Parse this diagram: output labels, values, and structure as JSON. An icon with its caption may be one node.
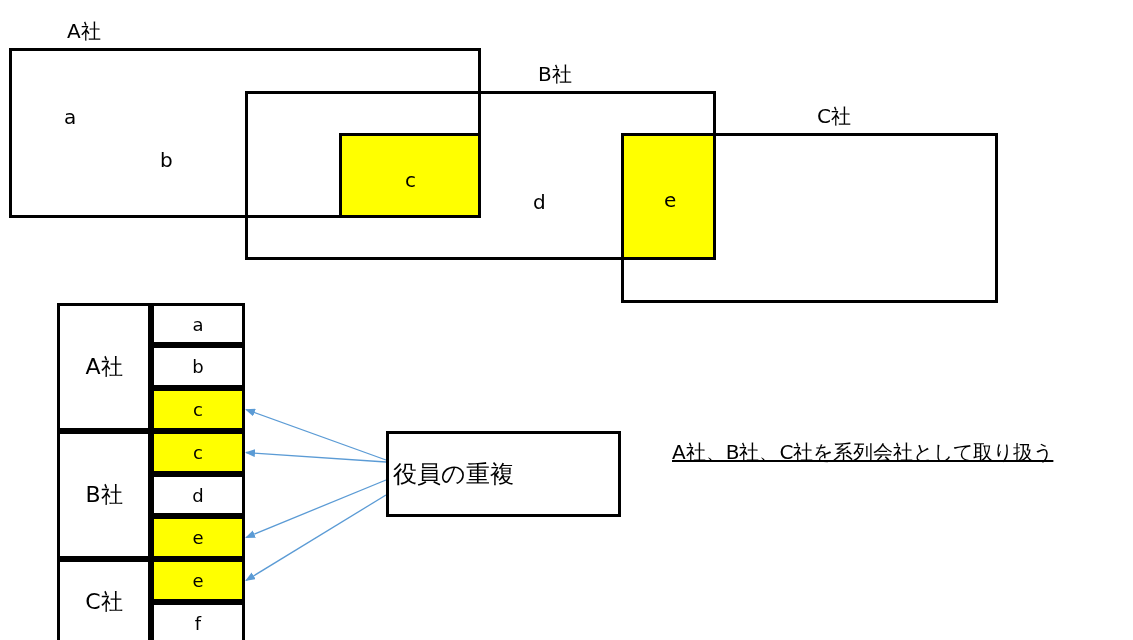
{
  "diagram": {
    "nodes": [
      {
        "text": [
          "A社",
          "a",
          "b"
        ]
      },
      {
        "text": [
          "B社",
          "d"
        ]
      },
      {
        "text": [
          "C社"
        ]
      },
      {
        "text": [
          "c"
        ]
      },
      {
        "text": [
          "e"
        ]
      },
      {
        "text": [
          "A社"
        ]
      },
      {
        "text": [
          "a"
        ]
      },
      {
        "text": [
          "b"
        ]
      },
      {
        "text": [
          "c"
        ]
      },
      {
        "text": [
          "B社"
        ]
      },
      {
        "text": [
          "c"
        ]
      },
      {
        "text": [
          "d"
        ]
      },
      {
        "text": [
          "e"
        ]
      },
      {
        "text": [
          "C社"
        ]
      },
      {
        "text": [
          "e"
        ]
      },
      {
        "text": [
          "f"
        ]
      },
      {
        "text": [
          "役員の重複"
        ]
      }
    ],
    "edges": [
      {
        "from": 16,
        "to": 8,
        "arrow": "to"
      },
      {
        "from": 16,
        "to": 10,
        "arrow": "to"
      },
      {
        "from": 16,
        "to": 12,
        "arrow": "to"
      },
      {
        "from": 16,
        "to": 14,
        "arrow": "to"
      }
    ],
    "labels": [
      "A社、B社、C社を系列会社として取り扱う"
    ]
  }
}
